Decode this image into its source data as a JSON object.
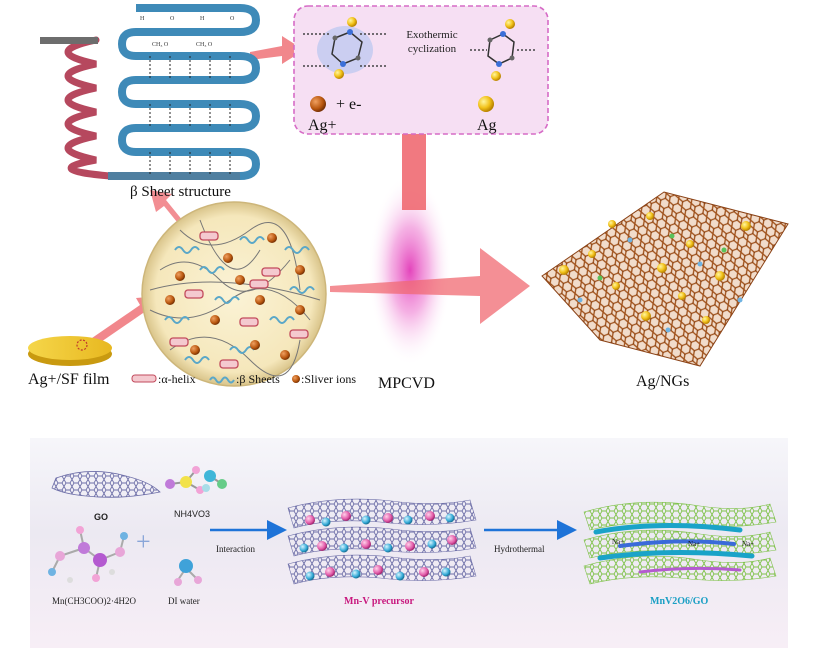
{
  "top_panel": {
    "beta_sheet_label": "β Sheet structure",
    "reaction": {
      "title_line1": "Exothermic",
      "title_line2": "cyclization",
      "ag_ion": "Ag+",
      "plus_electron": "+ e-",
      "ag_atom": "Ag"
    },
    "film_label": "Ag+/SF film",
    "legend": {
      "alpha_helix": ":α-helix",
      "beta_sheets": ":β Sheets",
      "silver_ions": ":Sliver ions"
    },
    "process_label": "MPCVD",
    "product_label": "Ag/NGs"
  },
  "bottom_panel": {
    "go_label": "GO",
    "nh4vo3_label": "NH4VO3",
    "mn_acetate_label": "Mn(CH3COO)2·4H2O",
    "di_water_label": "DI water",
    "step1_label": "Interaction",
    "precursor_label": "Mn-V precursor",
    "step2_label": "Hydrothermal",
    "product_label": "MnV2O6/GO",
    "na_labels": [
      "Na+",
      "Na+",
      "Na+"
    ]
  },
  "colors": {
    "arrow_pink": "#f06a72",
    "precursor_text": "#c8187e",
    "product_text": "#1a9fc4",
    "step_arrow": "#1e73d8"
  }
}
